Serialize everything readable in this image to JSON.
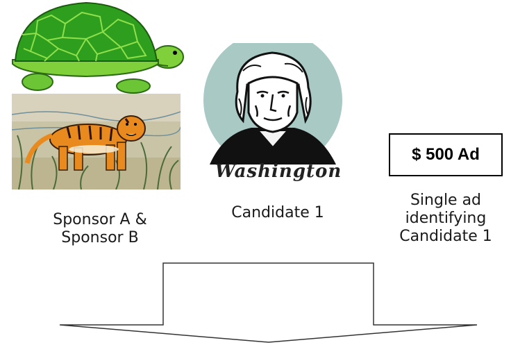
{
  "sponsors": {
    "label_line1": "Sponsor A &",
    "label_line2": "Sponsor B",
    "turtle_icon": "turtle-icon",
    "tiger_icon": "tiger-icon"
  },
  "candidate": {
    "label": "Candidate 1",
    "portrait_caption": "Washington",
    "portrait_icon": "washington-portrait-icon"
  },
  "ad": {
    "box_text": "$ 500 Ad",
    "label_line1": "Single ad",
    "label_line2": "identifying",
    "label_line3": "Candidate 1"
  },
  "colors": {
    "turtle_shell": "#2e9e1f",
    "turtle_body": "#7fd03a",
    "tiger": "#e98a1f",
    "portrait_bg": "#a9c9c4"
  }
}
